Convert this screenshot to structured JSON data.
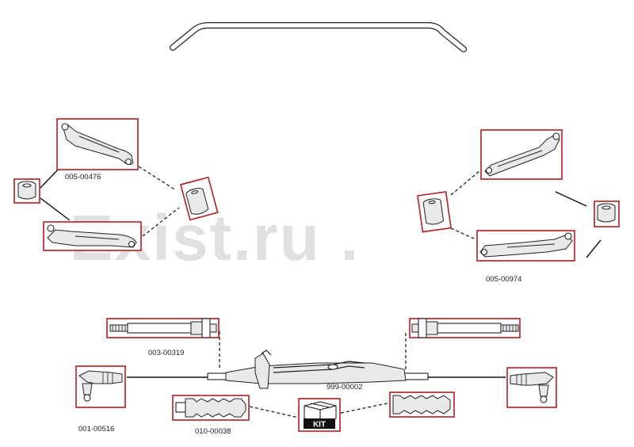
{
  "watermark": "Exist.ru .",
  "parts": {
    "stabilizer_bar": {
      "name": "stabilizer-bar"
    },
    "left_upper_arm": {
      "label": "005-00476"
    },
    "right_lower_arm": {
      "label": "005-00974"
    },
    "left_inner_tie_rod": {
      "label": "003-00319"
    },
    "steering_rack": {
      "label": "999-00002"
    },
    "left_tie_rod_end": {
      "label": "001-00516"
    },
    "left_boot": {
      "label": "010-00038"
    },
    "kit_box": {
      "label": "KIT"
    }
  }
}
